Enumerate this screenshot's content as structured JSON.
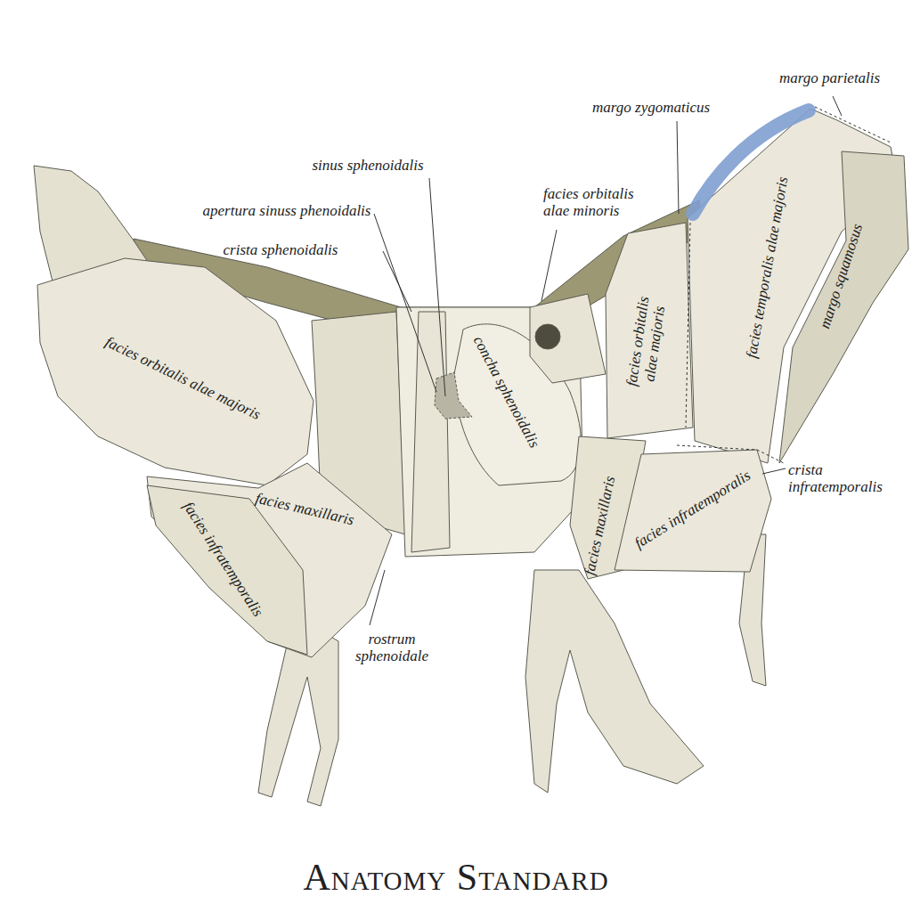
{
  "diagram": {
    "labels": [
      "margo parietalis",
      "margo zygomaticus",
      "sinus sphenoidalis",
      "apertura sinuss phenoidalis",
      "facies orbitalis alae minoris",
      "crista sphenoidalis",
      "facies temporalis alae majoris",
      "margo squamosus",
      "facies orbitalis alae majoris",
      "concha sphenoidalis",
      "facies orbitalis alae majoris",
      "crista infratemporalis",
      "facies infratemporalis",
      "facies maxillaris",
      "facies maxillaris",
      "facies infratemporalis",
      "rostrum sphenoidale",
      "Anatomy Standard"
    ]
  }
}
